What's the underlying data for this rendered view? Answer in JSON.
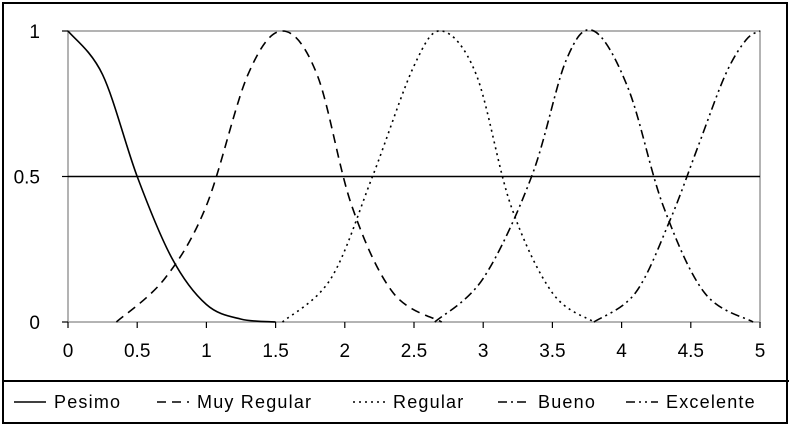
{
  "chart_data": {
    "type": "line",
    "title": "",
    "xlabel": "",
    "ylabel": "",
    "xlim": [
      0,
      5
    ],
    "ylim": [
      0,
      1
    ],
    "x_ticks": [
      "0",
      "0.5",
      "1",
      "1.5",
      "2",
      "2.5",
      "3",
      "3.5",
      "4",
      "4.5",
      "5"
    ],
    "y_ticks": [
      "0",
      "0.5",
      "1"
    ],
    "grid": false,
    "reference_line": {
      "y": 0.5
    },
    "legend_position": "bottom",
    "series": [
      {
        "name": "Pesimo",
        "style": "solid",
        "x": [
          0,
          0.25,
          0.5,
          0.75,
          1.0,
          1.25,
          1.5
        ],
        "y": [
          1.0,
          0.85,
          0.5,
          0.22,
          0.06,
          0.01,
          0.0
        ]
      },
      {
        "name": "Muy Regular",
        "style": "dashed",
        "x": [
          0.35,
          0.7,
          1.0,
          1.3,
          1.55,
          1.8,
          2.05,
          2.35,
          2.7
        ],
        "y": [
          0.0,
          0.15,
          0.4,
          0.85,
          1.0,
          0.85,
          0.4,
          0.1,
          0.0
        ]
      },
      {
        "name": "Regular",
        "style": "dotted",
        "x": [
          1.55,
          1.9,
          2.2,
          2.5,
          2.7,
          2.95,
          3.2,
          3.5,
          3.8
        ],
        "y": [
          0.0,
          0.15,
          0.5,
          0.88,
          1.0,
          0.85,
          0.4,
          0.1,
          0.0
        ]
      },
      {
        "name": "Bueno",
        "style": "dash-dot",
        "x": [
          2.65,
          3.0,
          3.35,
          3.6,
          3.8,
          4.05,
          4.3,
          4.6,
          4.95
        ],
        "y": [
          0.0,
          0.15,
          0.5,
          0.9,
          1.0,
          0.8,
          0.4,
          0.1,
          0.0
        ]
      },
      {
        "name": "Excelente",
        "style": "dash-dot-dot",
        "x": [
          3.8,
          4.1,
          4.35,
          4.55,
          4.75,
          4.9,
          5.0
        ],
        "y": [
          0.0,
          0.1,
          0.35,
          0.6,
          0.85,
          0.97,
          1.0
        ]
      }
    ]
  },
  "colors": {
    "line": "#000000",
    "background": "#ffffff"
  }
}
